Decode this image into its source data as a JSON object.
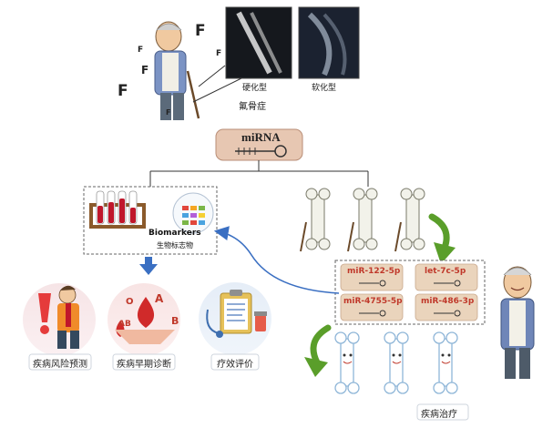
{
  "fluoride_marks": [
    "F",
    "F",
    "F",
    "F",
    "F",
    "F"
  ],
  "xray": {
    "hard_label": "硬化型",
    "soft_label": "软化型"
  },
  "disease_label": "氟骨症",
  "mirna_box": {
    "label": "miRNA"
  },
  "biomarkers": {
    "en": "Biomarkers",
    "cn": "生物标志物"
  },
  "mirna_list": [
    {
      "name": "miR-122-5p"
    },
    {
      "name": "let-7c-5p"
    },
    {
      "name": "miR-4755-5p"
    },
    {
      "name": "miR-486-3p"
    }
  ],
  "applications": [
    {
      "label": "疾病风险预测"
    },
    {
      "label": "疾病早期诊断"
    },
    {
      "label": "疗效评价"
    }
  ],
  "treatment_label": "疾病治疗",
  "blood_letters": {
    "o": "O",
    "a": "A",
    "ab": "AB",
    "b": "B"
  },
  "colors": {
    "accent_arrow_blue": "#3a6fc2",
    "accent_arrow_green": "#5a9e2a",
    "pill_fill": "#ead4bc",
    "mirna_text": "#c0392b",
    "mirna_box_fill": "#e7c7b2"
  }
}
